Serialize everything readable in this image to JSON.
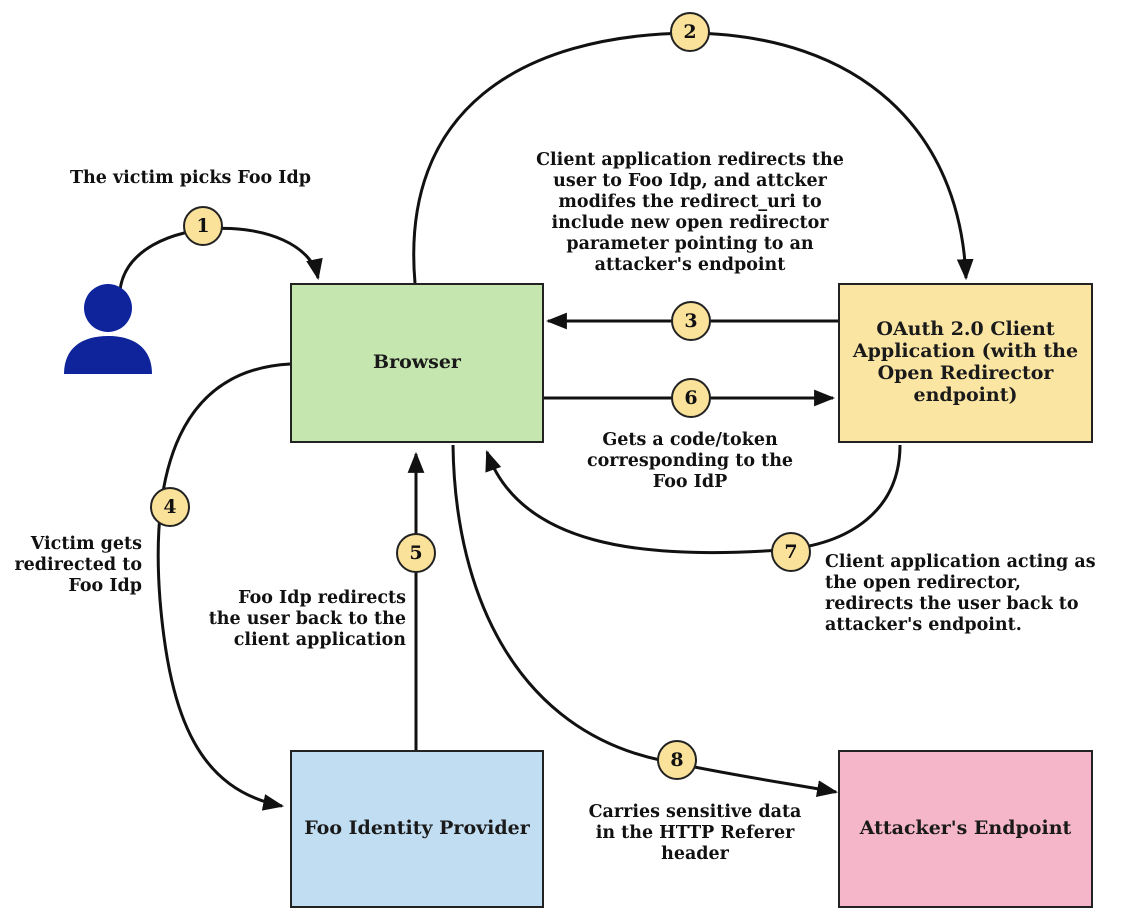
{
  "nodes": {
    "browser": "Browser",
    "client": "OAuth 2.0 Client Application (with the Open Redirector endpoint)",
    "idp": "Foo Identity Provider",
    "attacker": "Attacker's Endpoint"
  },
  "steps": [
    "1",
    "2",
    "3",
    "4",
    "5",
    "6",
    "7",
    "8"
  ],
  "labels": {
    "step1": "The victim picks Foo Idp",
    "step2": "Client application redirects the\nuser to Foo Idp, and attcker\nmodifes the redirect_uri to\ninclude new open redirector\nparameter pointing to an\nattacker's endpoint",
    "step4": "Victim gets\nredirected to\nFoo Idp",
    "step5": "Foo Idp redirects\nthe user back to the\nclient application",
    "step6": "Gets a code/token\ncorresponding to the\nFoo IdP",
    "step7": "Client application acting as\nthe open redirector,\nredirects the user back to\nattacker's endpoint.",
    "step8": "Carries sensitive data\nin the HTTP Referer\nheader"
  },
  "icons": {
    "victim": "user-icon"
  },
  "colors": {
    "browser": "#c6e6b0",
    "client": "#fbe5a3",
    "idp": "#c1ddf1",
    "attacker": "#f5b6c9",
    "badge": "#fae29b",
    "user": "#0f249a"
  }
}
